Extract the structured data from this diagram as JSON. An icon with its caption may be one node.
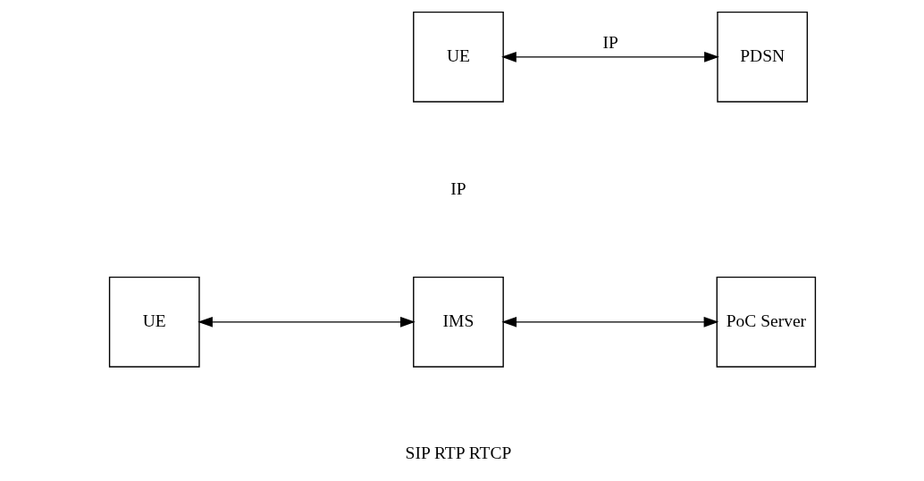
{
  "diagram": {
    "nodes": [
      {
        "text": [
          "UE"
        ]
      },
      {
        "text": [
          "PDSN"
        ]
      },
      {
        "text": [
          "UE"
        ]
      },
      {
        "text": [
          "IMS"
        ]
      },
      {
        "text": [
          "PoC Server"
        ]
      }
    ],
    "edges": [
      {
        "from": 0,
        "to": 1,
        "arrow": "both",
        "label": "IP"
      },
      {
        "from": 2,
        "to": 3,
        "arrow": "both"
      },
      {
        "from": 3,
        "to": 4,
        "arrow": "both"
      }
    ],
    "labels": [
      "IP",
      "SIP RTP RTCP"
    ]
  }
}
